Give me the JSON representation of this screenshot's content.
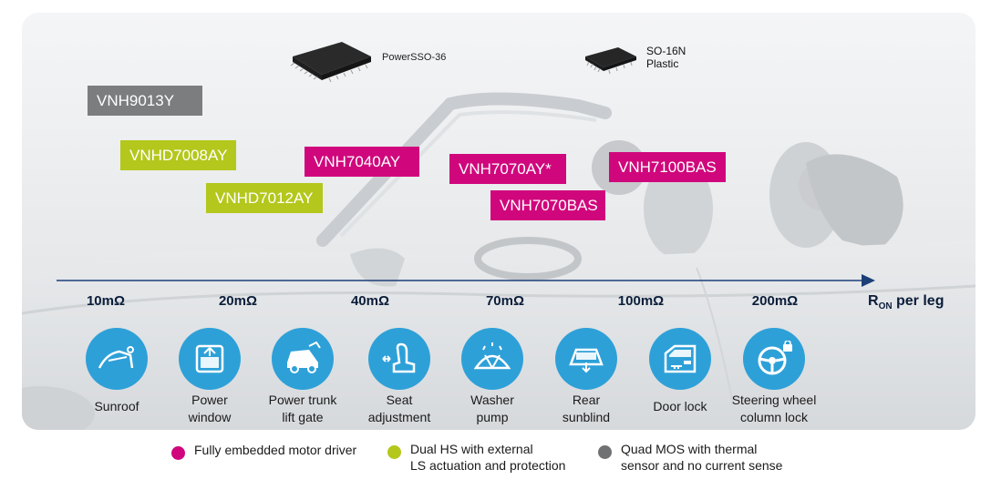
{
  "packages": [
    {
      "name": "PowerSSO-36"
    },
    {
      "name": "SO-16N",
      "sub": "Plastic"
    }
  ],
  "devices": [
    {
      "name": "VNH9013Y",
      "category": "quad_mos"
    },
    {
      "name": "VNHD7008AY",
      "category": "dual_hs"
    },
    {
      "name": "VNHD7012AY",
      "category": "dual_hs"
    },
    {
      "name": "VNH7040AY",
      "category": "fully_embedded"
    },
    {
      "name": "VNH7070AY*",
      "category": "fully_embedded"
    },
    {
      "name": "VNH7070BAS",
      "category": "fully_embedded"
    },
    {
      "name": "VNH7100BAS",
      "category": "fully_embedded"
    }
  ],
  "axis": {
    "ticks": [
      "10mΩ",
      "20mΩ",
      "40mΩ",
      "70mΩ",
      "100mΩ",
      "200mΩ"
    ],
    "label_main": "R",
    "label_sub": "ON",
    "label_tail": " per leg"
  },
  "applications": [
    {
      "label": "Sunroof",
      "icon": "sunroof-icon"
    },
    {
      "label": "Power\nwindow",
      "icon": "power-window-icon"
    },
    {
      "label": "Power trunk\nlift gate",
      "icon": "trunk-icon"
    },
    {
      "label": "Seat\nadjustment",
      "icon": "seat-icon"
    },
    {
      "label": "Washer\npump",
      "icon": "washer-icon"
    },
    {
      "label": "Rear\nsunblind",
      "icon": "sunblind-icon"
    },
    {
      "label": "Door lock",
      "icon": "door-lock-icon"
    },
    {
      "label": "Steering wheel\ncolumn lock",
      "icon": "steering-wheel-icon"
    }
  ],
  "legend": [
    {
      "label": "Fully embedded motor driver",
      "color": "#d0077c"
    },
    {
      "label": "Dual HS with external\nLS actuation and protection",
      "color": "#b4c71c"
    },
    {
      "label": "Quad MOS with thermal\nsensor and no current sense",
      "color": "#6f7173"
    }
  ],
  "colors": {
    "fully_embedded": "#d0077c",
    "dual_hs": "#b4c71c",
    "quad_mos": "#7b7d7f",
    "axis": "#1c3f78",
    "icon_bg": "#2ea0d8"
  }
}
